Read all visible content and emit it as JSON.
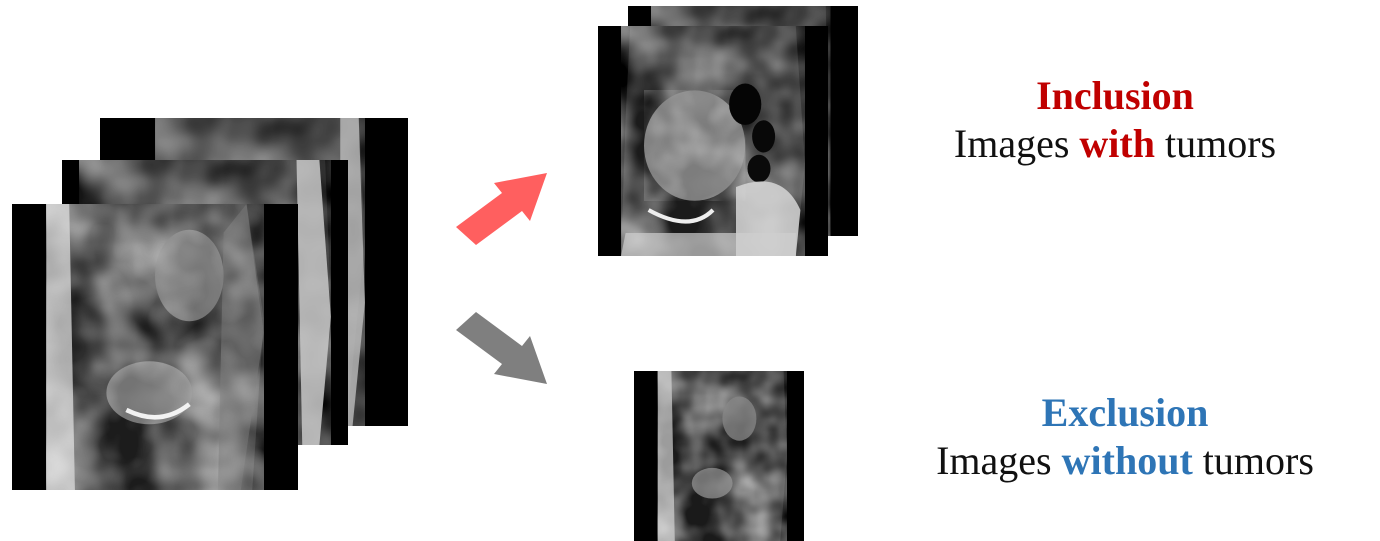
{
  "inclusion": {
    "title": "Inclusion",
    "prefix": "Images ",
    "keyword": "with",
    "suffix": " tumors",
    "color": "#c00000"
  },
  "exclusion": {
    "title": "Exclusion",
    "prefix": "Images ",
    "keyword": "without",
    "suffix": " tumors",
    "color": "#2e75b6"
  },
  "arrows": {
    "up_color": "#ff5f5f",
    "down_color": "#7f7f7f"
  },
  "icons": {
    "input_stack": "mri-slice-stack",
    "included_stack": "mri-slice-stack-with-tumor",
    "excluded_slice": "mri-slice-without-tumor"
  }
}
